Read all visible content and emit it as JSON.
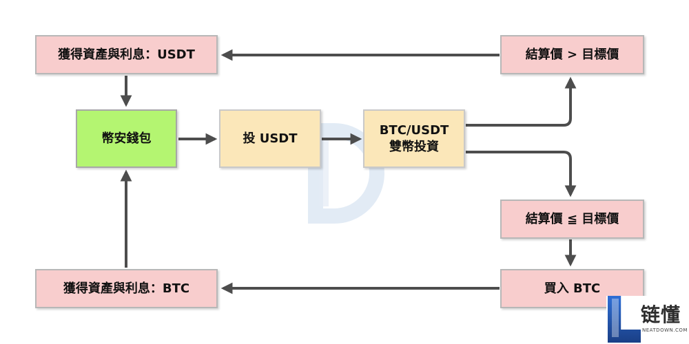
{
  "nodes": {
    "earn_usdt": "獲得資產與利息：USDT",
    "settle_above": "結算價 > 目標價",
    "wallet": "幣安錢包",
    "invest_usdt": "投 USDT",
    "dual_pair": "BTC/USDT",
    "dual_name": "雙幣投資",
    "settle_below": "結算價 ≦ 目標價",
    "buy_btc": "買入 BTC",
    "earn_btc": "獲得資產與利息：BTC"
  },
  "logo": {
    "chinese": "链懂",
    "english": "NEATDOWN.COM"
  },
  "colors": {
    "outcome_box": "#f8cdcd",
    "wallet_box": "#b4f571",
    "process_box": "#fbe7b9",
    "arrow": "#4d4d4d",
    "watermark": "#dbe6f3"
  }
}
